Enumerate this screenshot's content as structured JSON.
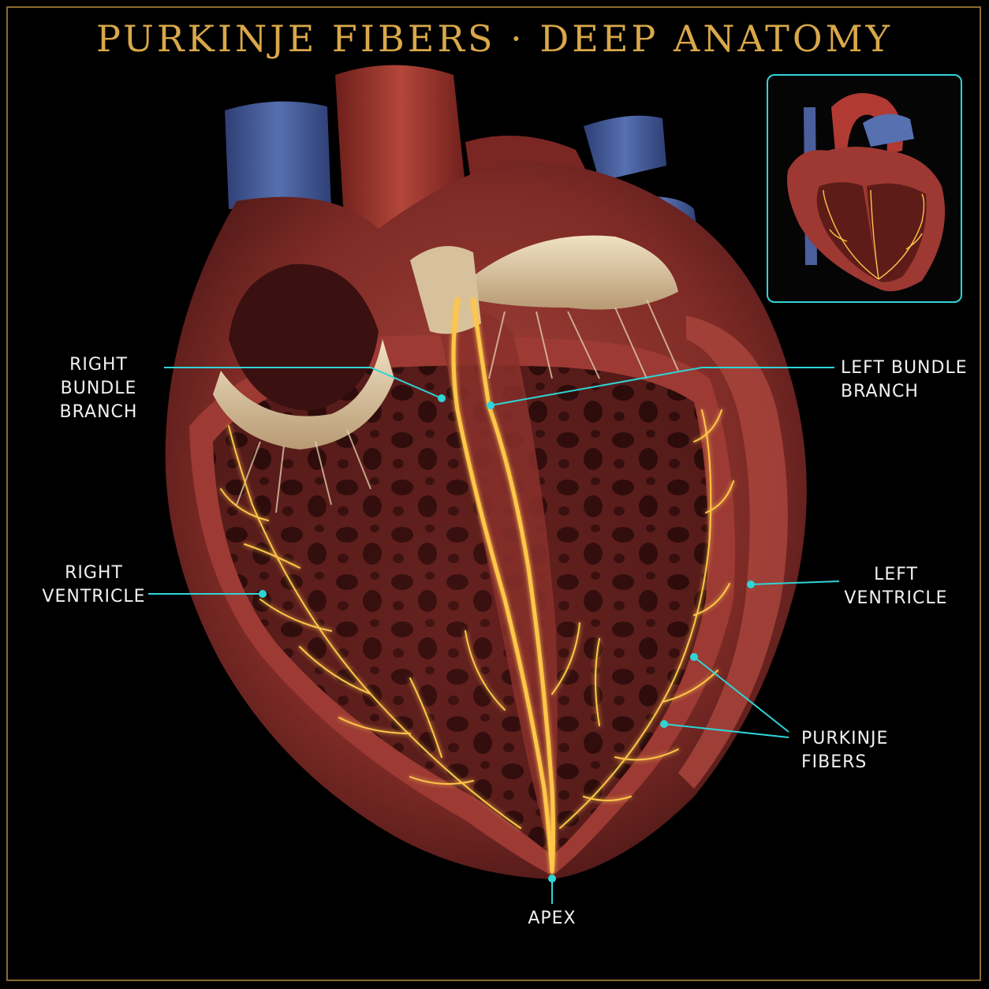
{
  "title": "PURKINJE FIBERS · DEEP ANATOMY",
  "labels": {
    "right_bundle_branch": "RIGHT BUNDLE\nBRANCH",
    "left_bundle_branch": "LEFT BUNDLE\nBRANCH",
    "right_ventricle": "RIGHT\nVENTRICLE",
    "left_ventricle": "LEFT\nVENTRICLE",
    "purkinje_fibers": "PURKINJE FIBERS",
    "apex": "APEX"
  },
  "colors": {
    "title": "#d9a849",
    "frame": "#8a6a2e",
    "leader": "#2fd4d6",
    "myocardium": "#8c2f2a",
    "fiber": "#ffc64a",
    "vein": "#4a5f9c"
  }
}
